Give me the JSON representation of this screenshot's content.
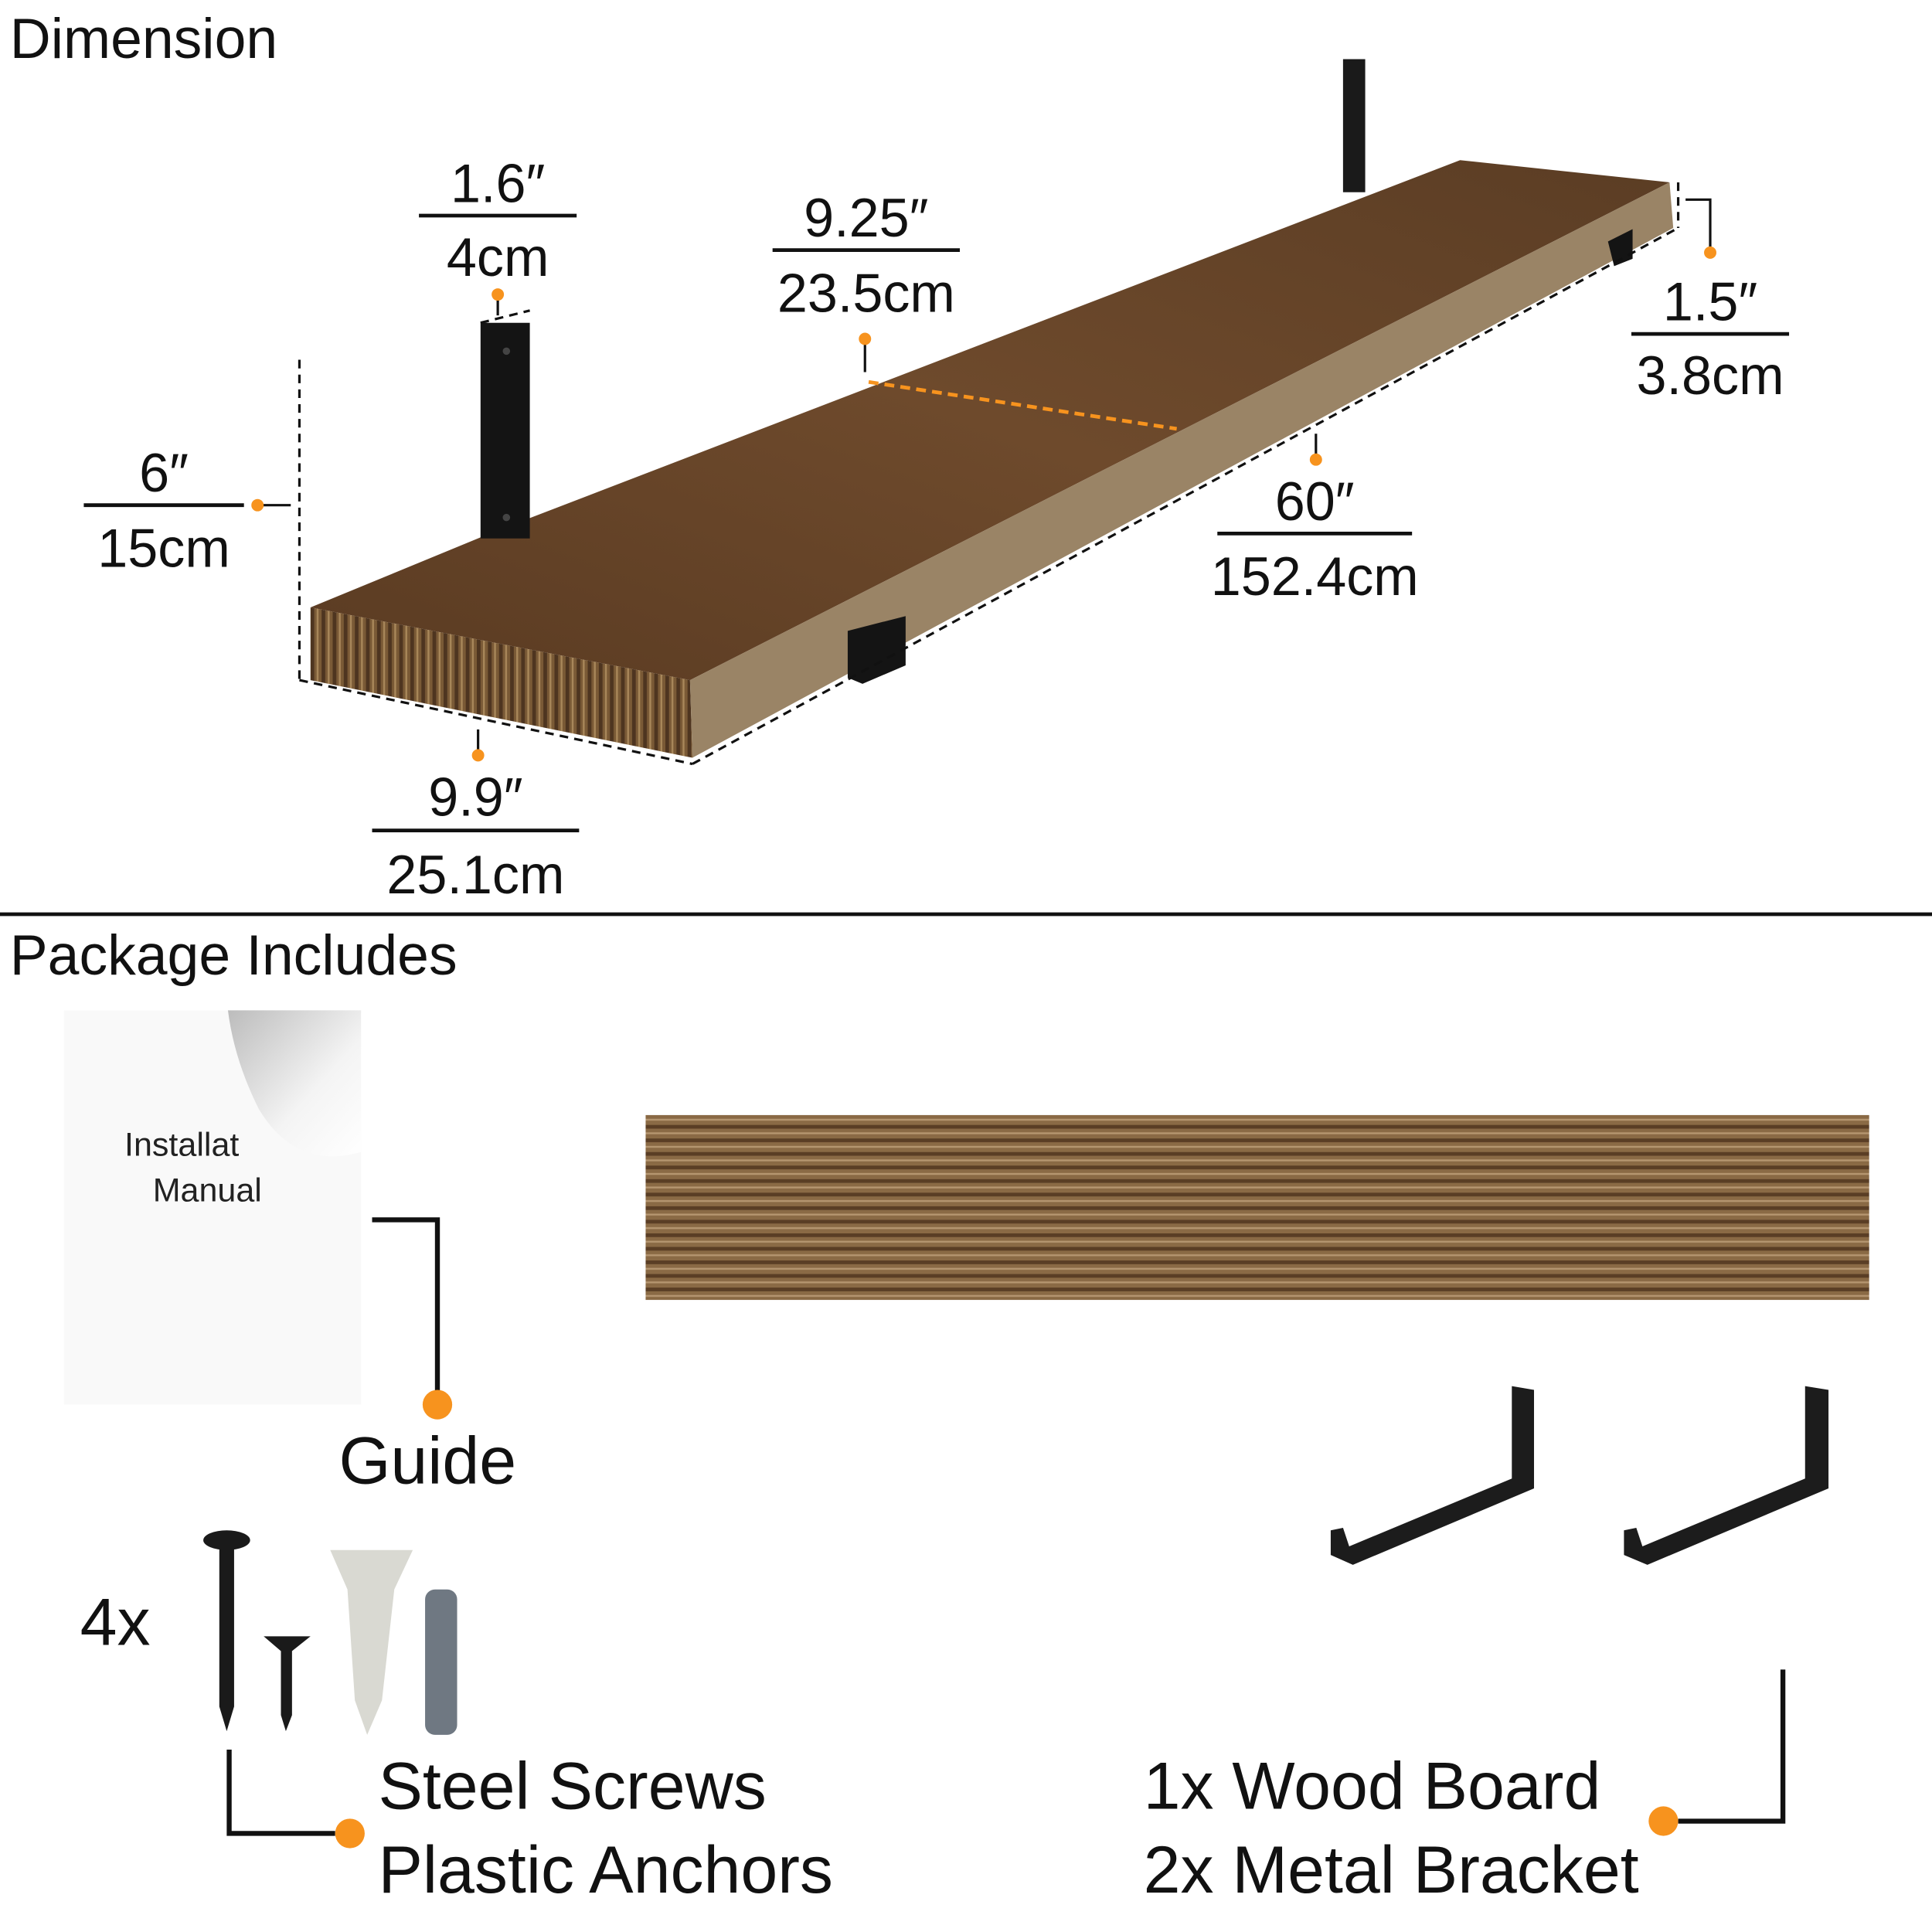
{
  "sections": {
    "dimension_title": "Dimension",
    "package_title": "Package Includes"
  },
  "dimensions": {
    "bracket_width": {
      "imperial": "1.6″",
      "metric": "4cm"
    },
    "depth_top": {
      "imperial": "9.25″",
      "metric": "23.5cm"
    },
    "thickness": {
      "imperial": "1.5″",
      "metric": "3.8cm"
    },
    "height": {
      "imperial": "6″",
      "metric": "15cm"
    },
    "length": {
      "imperial": "60″",
      "metric": "152.4cm"
    },
    "depth_bottom": {
      "imperial": "9.9″",
      "metric": "25.1cm"
    }
  },
  "package": {
    "manual_line1": "Installat",
    "manual_line2": "Manual",
    "guide_label": "Guide",
    "hardware_qty": "4x",
    "hardware_line1": "Steel Screws",
    "hardware_line2": "Plastic Anchors",
    "board_line1": "1x Wood Board",
    "board_line2": "2x Metal Bracket"
  },
  "colors": {
    "accent": "#f7931e",
    "wood": "#6b4a2e",
    "bracket": "#1a1a1a"
  }
}
